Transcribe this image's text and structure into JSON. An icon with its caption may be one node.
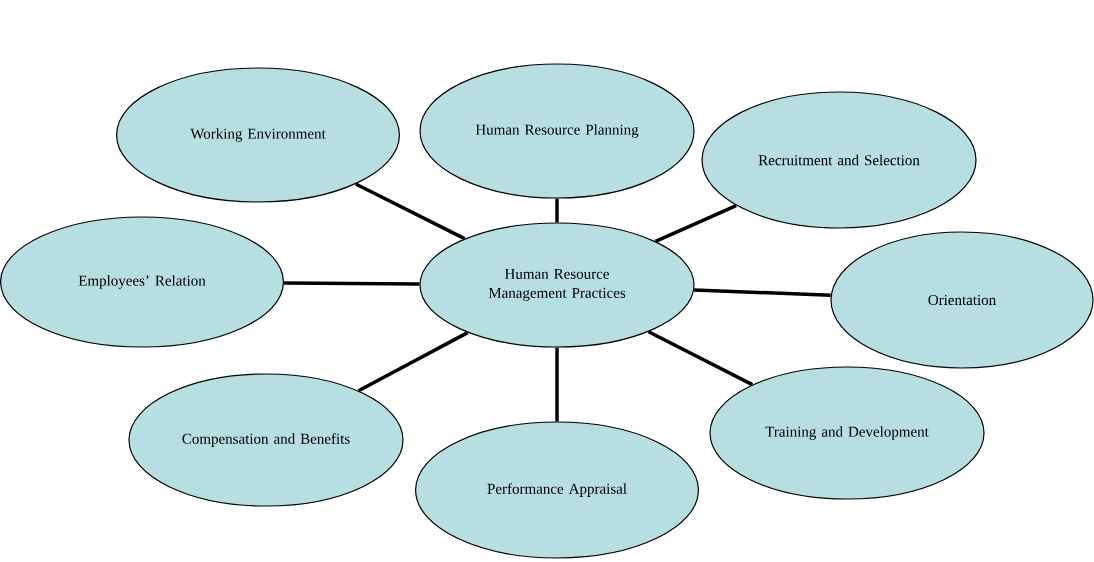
{
  "diagram": {
    "nodes": [
      {
        "text": [
          "Human Resource Management Practices"
        ]
      },
      {
        "text": [
          "Human Resource Planning"
        ]
      },
      {
        "text": [
          "Recruitment and Selection"
        ]
      },
      {
        "text": [
          "Orientation"
        ]
      },
      {
        "text": [
          "Training and Development"
        ]
      },
      {
        "text": [
          "Performance Appraisal"
        ]
      },
      {
        "text": [
          "Compensation and Benefits"
        ]
      },
      {
        "text": [
          "Employees’ Relation"
        ]
      },
      {
        "text": [
          "Working Environment"
        ]
      }
    ],
    "edges": [
      {
        "from": 0,
        "to": 1,
        "arrow": "none"
      },
      {
        "from": 0,
        "to": 2,
        "arrow": "none"
      },
      {
        "from": 0,
        "to": 3,
        "arrow": "none"
      },
      {
        "from": 0,
        "to": 4,
        "arrow": "none"
      },
      {
        "from": 0,
        "to": 5,
        "arrow": "none"
      },
      {
        "from": 0,
        "to": 6,
        "arrow": "none"
      },
      {
        "from": 0,
        "to": 7,
        "arrow": "none"
      },
      {
        "from": 0,
        "to": 8,
        "arrow": "none"
      }
    ]
  }
}
